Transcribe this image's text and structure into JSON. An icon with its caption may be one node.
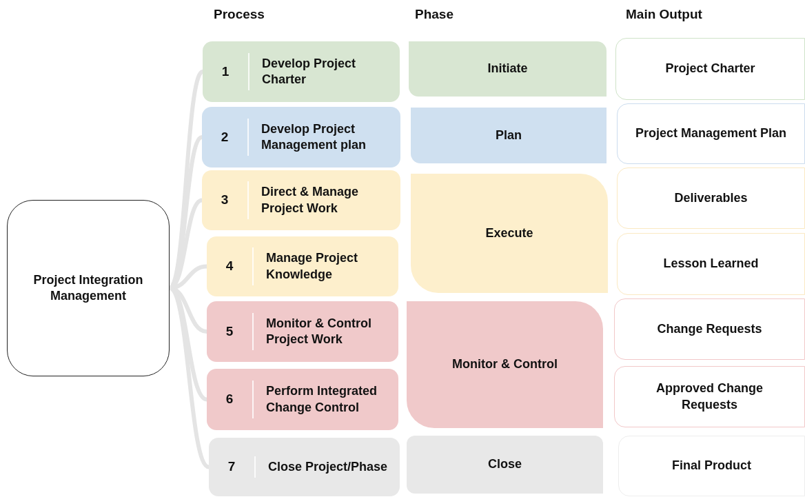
{
  "diagram": {
    "nodes": [
      {
        "text": [
          "Project Integration Management"
        ]
      },
      {
        "text": [
          "1",
          "Develop Project Charter"
        ]
      },
      {
        "text": [
          "2",
          "Develop Project Management plan"
        ]
      },
      {
        "text": [
          "3",
          "Direct & Manage Project Work"
        ]
      },
      {
        "text": [
          "4",
          "Manage Project Knowledge"
        ]
      },
      {
        "text": [
          "5",
          "Monitor & Control Project Work"
        ]
      },
      {
        "text": [
          "6",
          "Perform Integrated Change Control"
        ]
      },
      {
        "text": [
          "7",
          "Close Project/Phase"
        ]
      },
      {
        "text": [
          "Initiate"
        ]
      },
      {
        "text": [
          "Plan"
        ]
      },
      {
        "text": [
          "Execute"
        ]
      },
      {
        "text": [
          "Monitor & Control"
        ]
      },
      {
        "text": [
          "Close"
        ]
      },
      {
        "text": [
          "Project Charter"
        ]
      },
      {
        "text": [
          "Project Management Plan"
        ]
      },
      {
        "text": [
          "Deliverables"
        ]
      },
      {
        "text": [
          "Lesson Learned"
        ]
      },
      {
        "text": [
          "Change Requests"
        ]
      },
      {
        "text": [
          "Approved Change Requests"
        ]
      },
      {
        "text": [
          "Final Product"
        ]
      }
    ],
    "edges": [
      {
        "from": 0,
        "to": 1,
        "arrow": "none"
      },
      {
        "from": 0,
        "to": 2,
        "arrow": "none"
      },
      {
        "from": 0,
        "to": 3,
        "arrow": "none"
      },
      {
        "from": 0,
        "to": 4,
        "arrow": "none"
      },
      {
        "from": 0,
        "to": 5,
        "arrow": "none"
      },
      {
        "from": 0,
        "to": 6,
        "arrow": "none"
      },
      {
        "from": 0,
        "to": 7,
        "arrow": "none"
      }
    ],
    "labels": [
      "Process",
      "Phase",
      "Main Output"
    ]
  }
}
